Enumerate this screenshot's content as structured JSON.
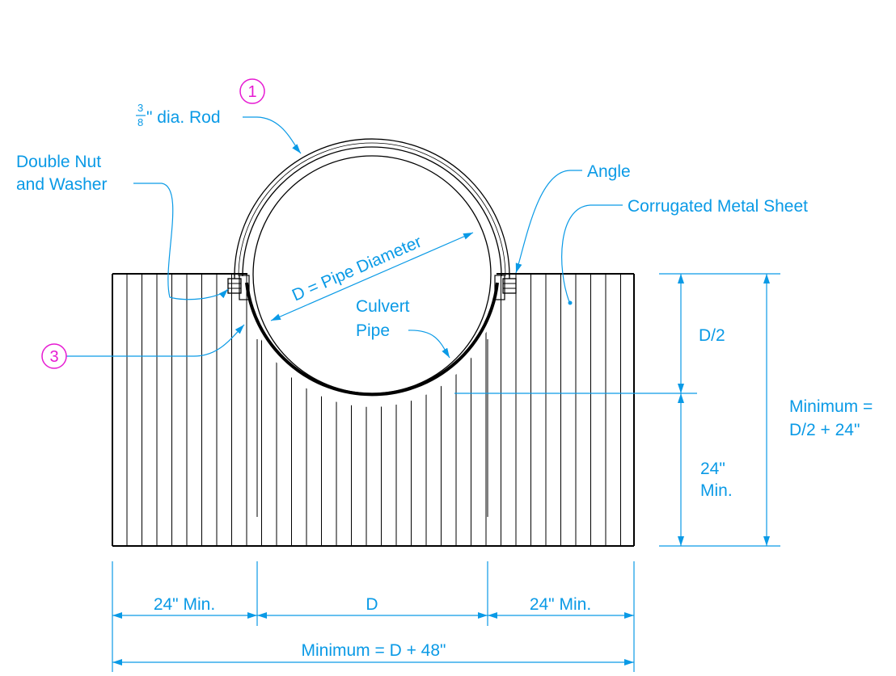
{
  "labels": {
    "rod_fraction_num": "3",
    "rod_fraction_den": "8",
    "rod": "\" dia. Rod",
    "nut_line1": "Double Nut",
    "nut_line2": "and Washer",
    "angle": "Angle",
    "sheet": "Corrugated Metal Sheet",
    "diameter": "D = Pipe Diameter",
    "culvert_line1": "Culvert",
    "culvert_line2": "Pipe",
    "half_d": "D/2",
    "min24_line1": "24\"",
    "min24_line2": "Min.",
    "total_line1": "Minimum =",
    "total_line2": "D/2 + 24\"",
    "left_min": "24\" Min.",
    "d": "D",
    "right_min": "24\" Min.",
    "width_total": "Minimum = D + 48\""
  },
  "callouts": {
    "rod_tag": "1",
    "pipe_tag": "3"
  },
  "colors": {
    "dimension": "#0a9ae6",
    "callout": "#e61ad2",
    "drawing": "#000000",
    "background": "#ffffff"
  }
}
